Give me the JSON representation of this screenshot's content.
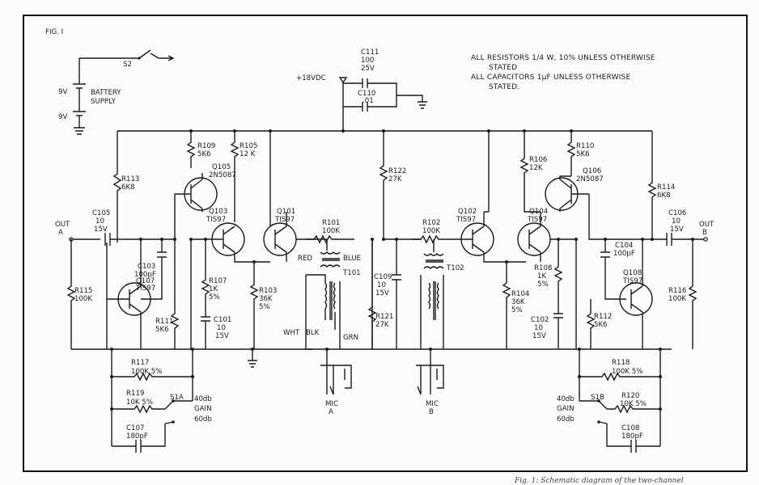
{
  "figure_label": "FIG. I",
  "notes": {
    "line1": "ALL RESISTORS 1/4 W, 10% UNLESS OTHERWISE",
    "line2": "STATED",
    "line3": "ALL CAPACITORS 1μF UNLESS OTHERWISE",
    "line4": "STATED."
  },
  "supply": {
    "switch": "S2",
    "batt1": "9V",
    "batt2": "9V",
    "label1": "BATTERY",
    "label2": "SUPPLY",
    "vdc": "+18VDC"
  },
  "c111": {
    "ref": "C111",
    "v1": "100",
    "v2": "25V"
  },
  "c110": {
    "ref": "C110",
    "v1": ".01"
  },
  "r109": {
    "ref": "R109",
    "v": "5K6"
  },
  "r105": {
    "ref": "R105",
    "v": "12 K"
  },
  "r110": {
    "ref": "R110",
    "v": "5K6"
  },
  "r106": {
    "ref": "R106",
    "v": "12K"
  },
  "r113": {
    "ref": "R113",
    "v": "6K8"
  },
  "r114": {
    "ref": "R114",
    "v": "6K8"
  },
  "r122": {
    "ref": "R122",
    "v": "27K"
  },
  "q105": {
    "ref": "Q105",
    "v": "2N5087"
  },
  "q106": {
    "ref": "Q106",
    "v": "2N5087"
  },
  "q103": {
    "ref": "Q103",
    "v": "TIS97"
  },
  "q101": {
    "ref": "Q101",
    "v": "TIS97"
  },
  "q102": {
    "ref": "Q102",
    "v": "TIS97"
  },
  "q104": {
    "ref": "Q104",
    "v": "TIS97"
  },
  "q107": {
    "ref": "Q107",
    "v": "TIS97"
  },
  "q108": {
    "ref": "Q108",
    "v": "TIS97"
  },
  "c105": {
    "ref": "C105",
    "v1": "10",
    "v2": "15V"
  },
  "c106": {
    "ref": "C106",
    "v1": "10",
    "v2": "15V"
  },
  "out_a": {
    "l1": "OUT",
    "l2": "A"
  },
  "out_b": {
    "l1": "OUT",
    "l2": "B"
  },
  "c103": {
    "ref": "C103",
    "v": "100pF"
  },
  "c104": {
    "ref": "C104",
    "v": "100pF"
  },
  "r101": {
    "ref": "R101",
    "v": "100K"
  },
  "r102": {
    "ref": "R102",
    "v": "100K"
  },
  "t101": {
    "ref": "T101",
    "red": "RED",
    "blue": "BLUE",
    "wht": "WHT",
    "blk": "BLK",
    "grn": "GRN"
  },
  "t102": {
    "ref": "T102"
  },
  "r107": {
    "ref": "R107",
    "v1": "1K",
    "v2": "5%"
  },
  "r108": {
    "ref": "R108",
    "v1": "1K",
    "v2": "5%"
  },
  "r103": {
    "ref": "R103",
    "v1": "36K",
    "v2": "5%"
  },
  "r104": {
    "ref": "R104",
    "v1": "36K",
    "v2": "5%"
  },
  "c101": {
    "ref": "C101",
    "v1": "10",
    "v2": "15V"
  },
  "c102": {
    "ref": "C102",
    "v1": "10",
    "v2": "15V"
  },
  "c109": {
    "ref": "C109",
    "v1": "10",
    "v2": "15V"
  },
  "r121": {
    "ref": "R121",
    "v": "27K"
  },
  "r115": {
    "ref": "R115",
    "v": "100K"
  },
  "r116": {
    "ref": "R116",
    "v": "100K"
  },
  "r111": {
    "ref": "R111",
    "v": "5K6"
  },
  "r112": {
    "ref": "R112",
    "v": "5K6"
  },
  "r117": {
    "ref": "R117",
    "v": "100K  5%"
  },
  "r118": {
    "ref": "R118",
    "v": "100K  5%"
  },
  "r119": {
    "ref": "R119",
    "v": "10K  5%"
  },
  "r120": {
    "ref": "R120",
    "v": "10K  5%"
  },
  "c107": {
    "ref": "C107",
    "v": "180pF"
  },
  "c108": {
    "ref": "C108",
    "v": "180pF"
  },
  "s1a": {
    "ref": "S1A",
    "db40": "40db",
    "gain": "GAIN",
    "db60": "60db"
  },
  "s1b": {
    "ref": "S1B",
    "db40": "40db",
    "gain": "GAIN",
    "db60": "60db"
  },
  "mic_a": {
    "l1": "MIC",
    "l2": "A"
  },
  "mic_b": {
    "l1": "MIC",
    "l2": "B"
  },
  "caption": "Fig. 1: Schematic diagram of the two-channel"
}
